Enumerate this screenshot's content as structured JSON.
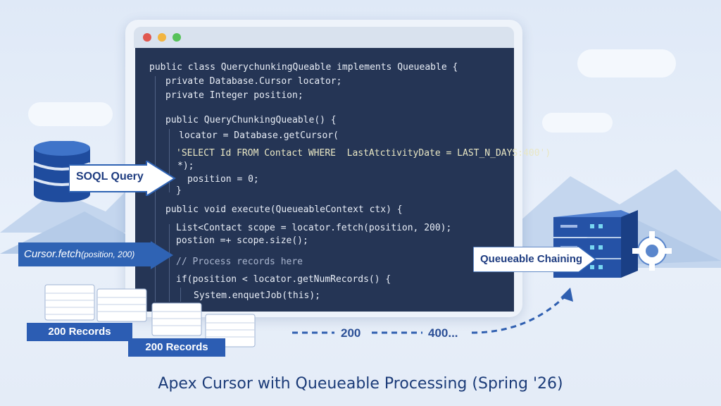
{
  "code": {
    "lines": [
      "public class QuerychunkingQueable implements Queueable {",
      "private Database.Cursor locator;",
      "private Integer position;",
      "public QueryChunkingQueable() {",
      "locator = Database.getCursor(",
      "'SELECT Id FROM Contact WHERE  LastAtctivityDate = LAST_N_DAYS:400')",
      "*);",
      "position = 0;",
      "}",
      "public void execute(QueueableContext ctx) {",
      "List<Contact scope = locator.fetch(position, 200);",
      "postion =+ scope.size();",
      "// Process records here",
      "if(position < locator.getNumRecords() {",
      "System.enquetJob(this);"
    ]
  },
  "labels": {
    "soql_query": "SOQL Query",
    "cursor_fetch_prefix": "Cursor.fetch",
    "cursor_fetch_args": "(position, 200)",
    "queueable_chaining": "Queueable Chaining",
    "records_1": "200 Records",
    "records_2": "200 Records",
    "chain_200": "200",
    "chain_400": "400..."
  },
  "footer": {
    "title": "Apex Cursor with Queueable Processing (Spring '26)"
  },
  "colors": {
    "code_bg": "#253555",
    "accent_blue": "#2f63b4",
    "title_text": "#1b3b78"
  }
}
